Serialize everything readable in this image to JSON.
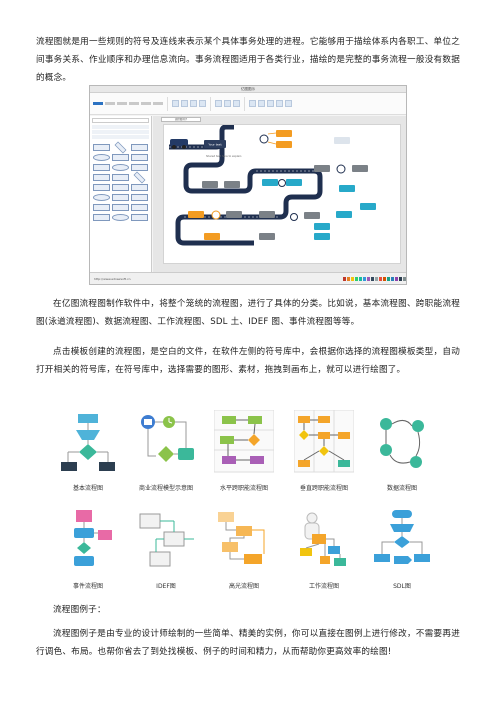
{
  "paragraphs": {
    "intro": "流程图就是用一些规则的符号及连线来表示某个具体事务处理的进程。它能够用于描绘体系内各职工、单位之间事务关系、作业顺序和办理信息流向。事务流程图适用于各类行业，描绘的是完整的事务流程一般没有数据的概念。",
    "types": "在亿图流程图制作软件中，将整个笼统的流程图，进行了具体的分类。比如说，基本流程图、跨职能流程图(泳道流程图)、数据流程图、工作流程图、SDL 土、IDEF 图、事件流程图等等。",
    "templates": "点击模板创建的流程图，是空白的文件，在软件左侧的符号库中，会根据你选择的流程图模板类型，自动打开相关的符号库，在符号库中，选择需要的图形、素材，拖拽到画布上，就可以进行绘图了。",
    "examples_heading": "流程图例子：",
    "examples_body": "流程图例子是由专业的设计师绘制的一些简单、精美的实例，你可以直接在图例上进行修改，不需要再进行调色、布局。也帮你省去了到处找模板、例子的时间和精力，从而帮助你更高效率的绘图!"
  },
  "screenshot": {
    "window_title": "亿图图示",
    "document_tab": "流程图例子",
    "status_text": "http://www.edrawsoft.cn",
    "node_labels": {
      "your_text": "Your text",
      "sub_caption": "Shared text here to explain"
    },
    "colors": {
      "road": "#1f2f4f",
      "orange": "#f39c22",
      "teal": "#27a9c9",
      "gray": "#7b8187"
    }
  },
  "templates": [
    {
      "label": "基本流程图",
      "icon": "basic-flowchart-icon"
    },
    {
      "label": "商业流程模型示意图",
      "icon": "bpmn-icon"
    },
    {
      "label": "水平跨职能流程图",
      "icon": "horizontal-cross-functional-icon"
    },
    {
      "label": "垂直跨职能流程图",
      "icon": "vertical-cross-functional-icon"
    },
    {
      "label": "数据流程图",
      "icon": "data-flow-icon"
    },
    {
      "label": "事件流程图",
      "icon": "event-flowchart-icon"
    },
    {
      "label": "IDEF图",
      "icon": "idef-icon"
    },
    {
      "label": "高光流程图",
      "icon": "highlight-flowchart-icon"
    },
    {
      "label": "工作流程图",
      "icon": "workflow-icon"
    },
    {
      "label": "SDL图",
      "icon": "sdl-icon"
    }
  ]
}
